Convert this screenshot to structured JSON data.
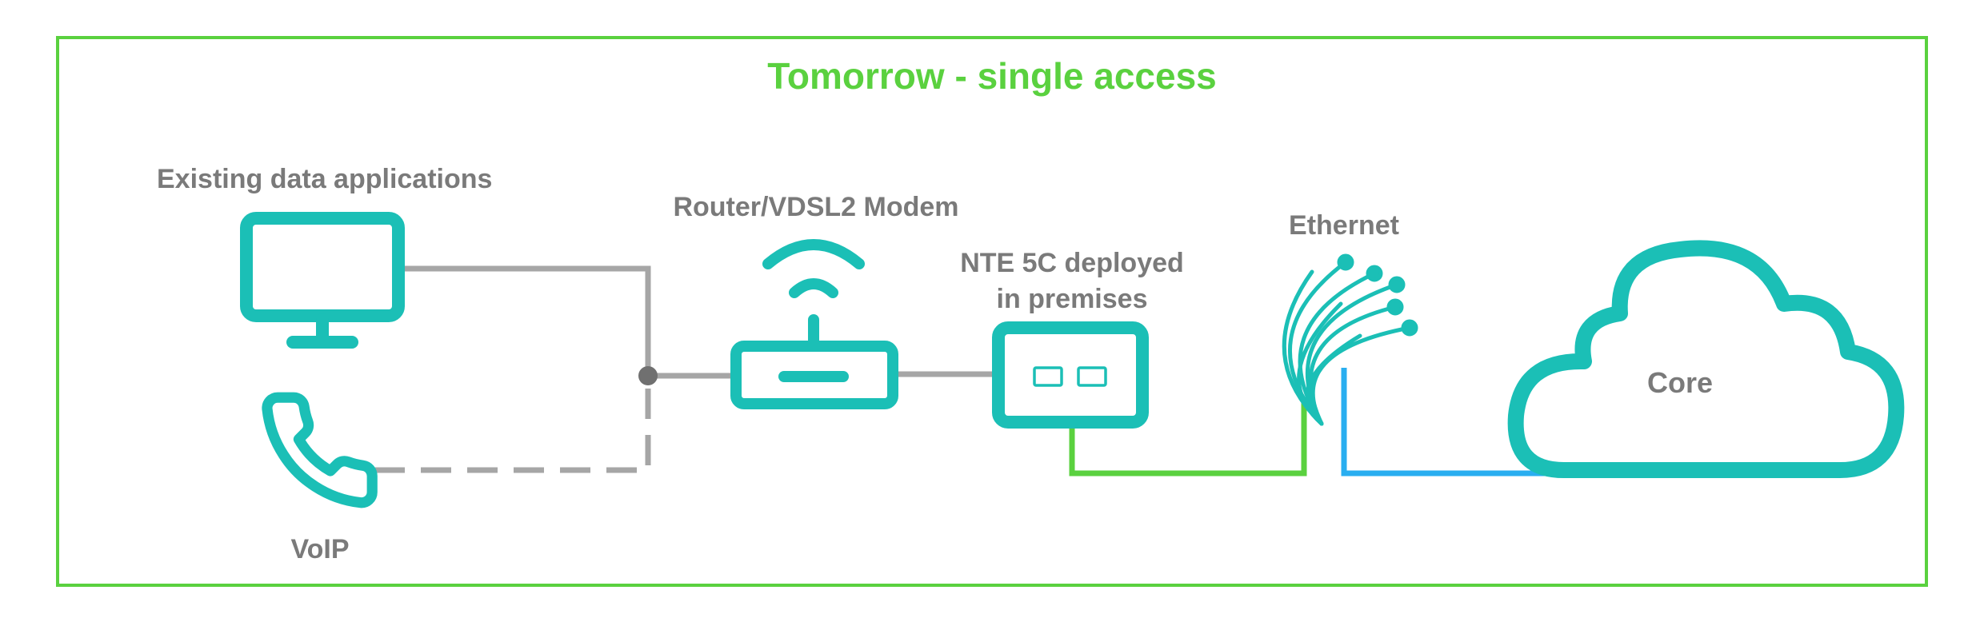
{
  "diagram": {
    "title": "Tomorrow - single access",
    "colors": {
      "frame": "#5ad13f",
      "title": "#5ad13f",
      "icon": "#1bbfb6",
      "label": "#7a7a7a",
      "line_gray": "#a6a6a6",
      "line_green": "#5ad13f",
      "line_blue": "#29aef0",
      "junction": "#707070"
    },
    "nodes": {
      "data_apps": {
        "label": "Existing data applications",
        "icon": "monitor-icon"
      },
      "voip": {
        "label": "VoIP",
        "icon": "phone-icon"
      },
      "router": {
        "label": "Router/VDSL2 Modem",
        "icon": "router-icon"
      },
      "nte": {
        "label_line1": "NTE 5C deployed",
        "label_line2": "in premises",
        "icon": "nte-box-icon"
      },
      "ethernet": {
        "label": "Ethernet",
        "icon": "fiber-bundle-icon"
      },
      "core": {
        "label": "Core",
        "icon": "cloud-icon"
      }
    }
  }
}
